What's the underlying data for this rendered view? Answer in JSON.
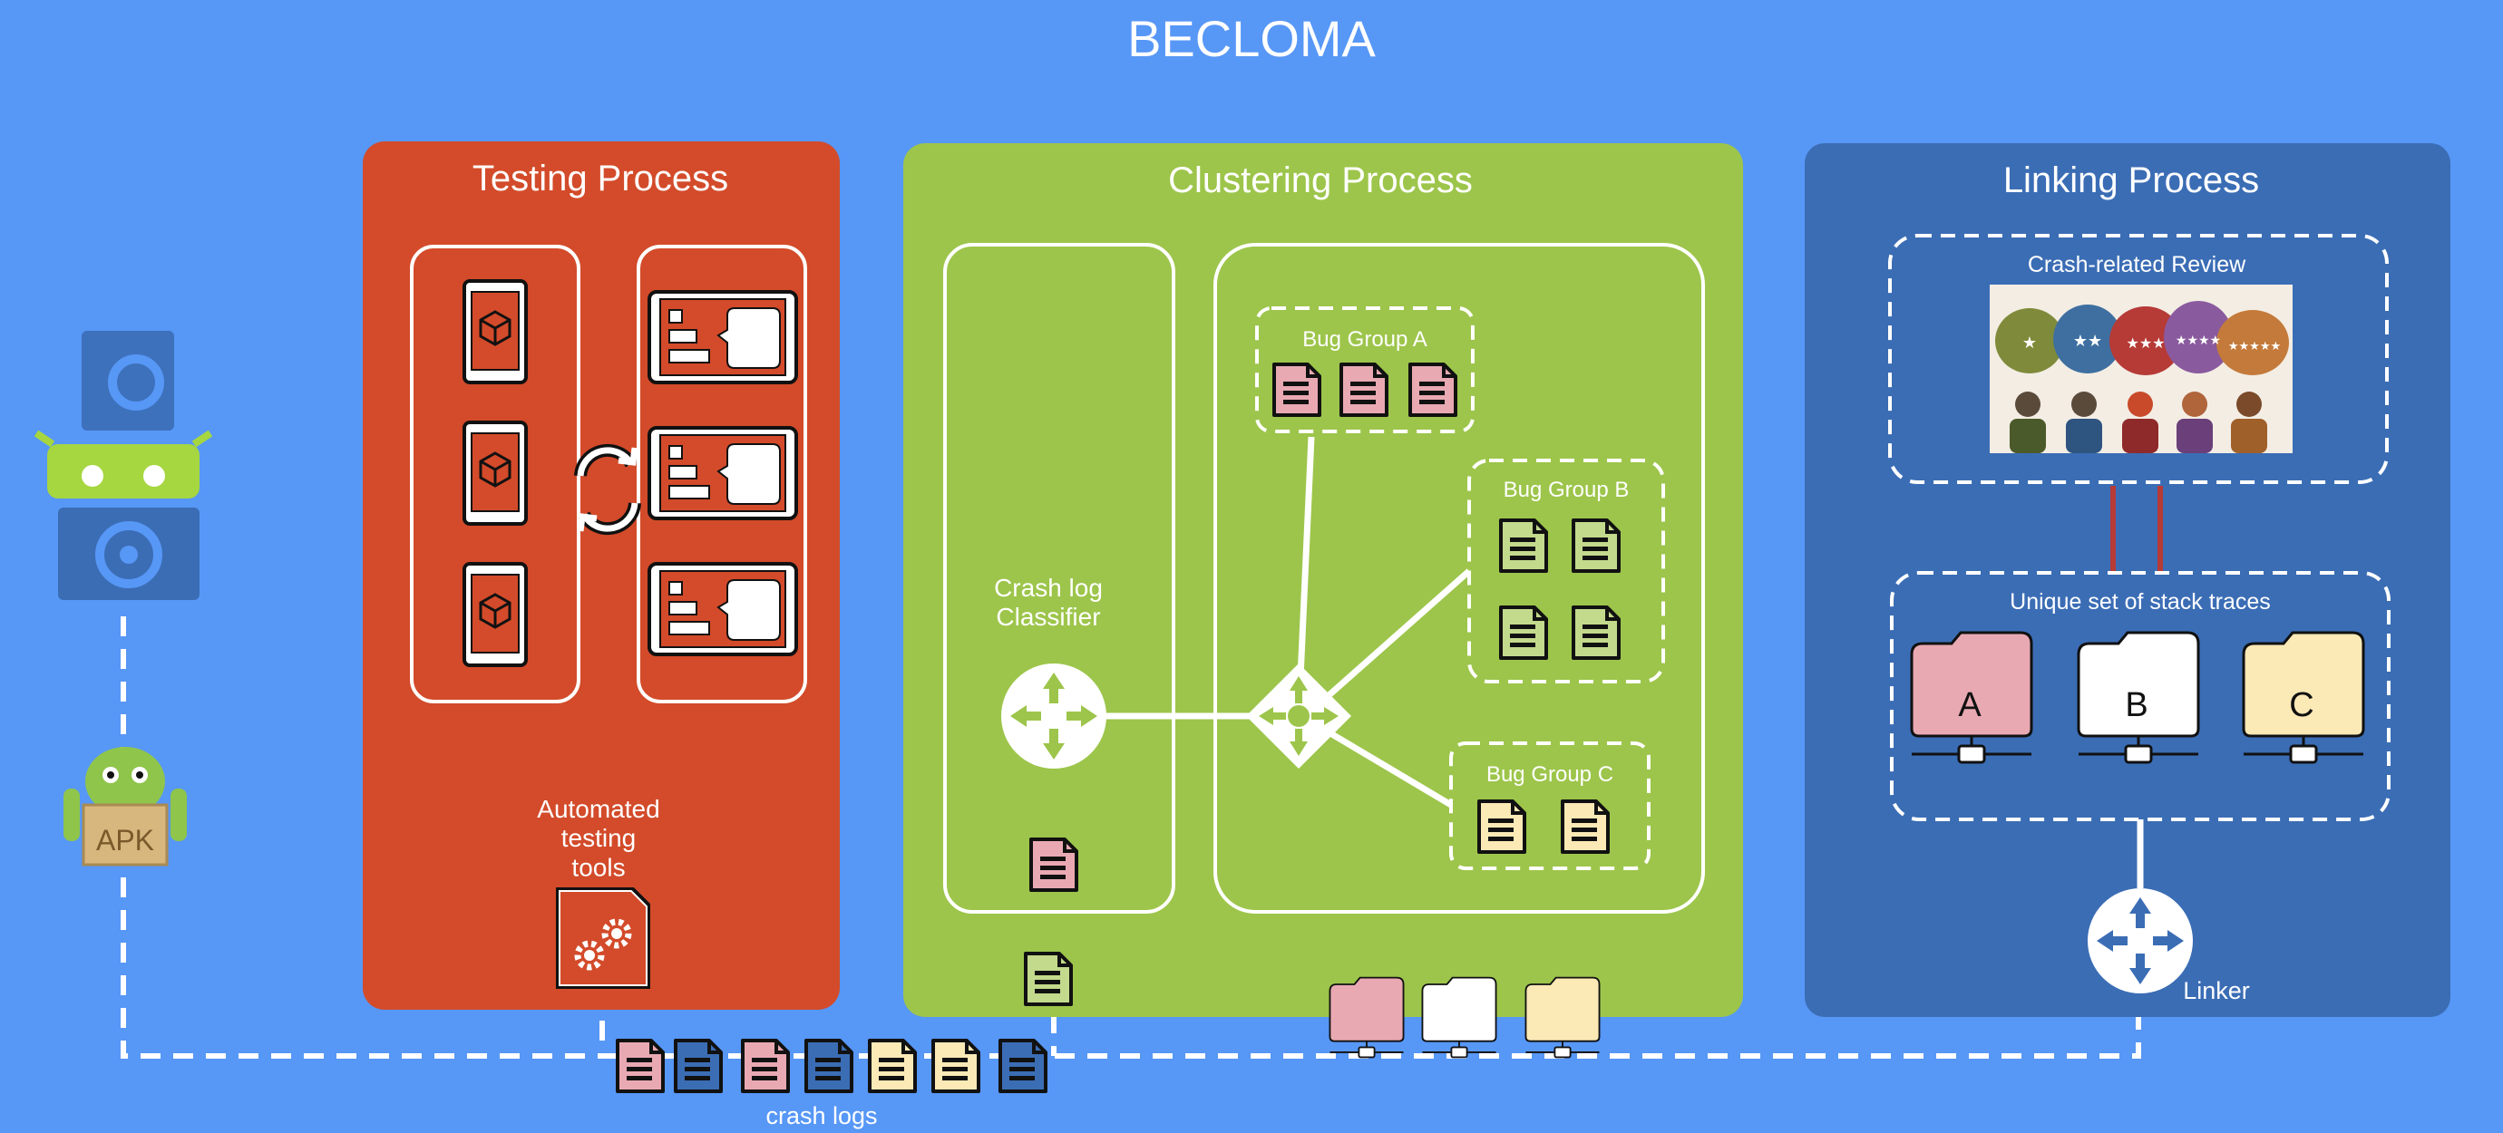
{
  "title": "BECLOMA",
  "colors": {
    "background": "#5797f6",
    "testing": "#d34b2a",
    "clustering": "#9dc54b",
    "linking": "#3b6db5",
    "group_a": "#e9a9b3",
    "group_b": "#c3d98c",
    "group_c": "#fbe9b6",
    "line": "#ffffff"
  },
  "testing": {
    "title": "Testing Process",
    "tools_label": "Automated\ntesting\ntools",
    "icons": [
      "phone-with-app-icon",
      "refresh-icon",
      "tablet-ui-icon",
      "gears-document-icon"
    ]
  },
  "clustering": {
    "title": "Clustering Process",
    "classifier_label": "Crash log\nClassifier",
    "group_a": "Bug Group A",
    "group_b": "Bug Group B",
    "group_c": "Bug Group C",
    "icons": [
      "router-icon",
      "hub-icon",
      "log-file-icon"
    ]
  },
  "linking": {
    "title": "Linking Process",
    "review_label": "Crash-related Review",
    "review_stars": [
      "★",
      "★★",
      "★★★",
      "★★★★",
      "★★★★★"
    ],
    "traces_label": "Unique set of stack traces",
    "folders": [
      "A",
      "B",
      "C"
    ],
    "linker_label": "Linker",
    "icons": [
      "speech-bubbles-people-icon",
      "network-folder-icon",
      "router-icon"
    ]
  },
  "left": {
    "apk_label": "APK",
    "icons": [
      "android-studio-icon",
      "android-apk-icon"
    ]
  },
  "crash_logs_label": "crash logs"
}
